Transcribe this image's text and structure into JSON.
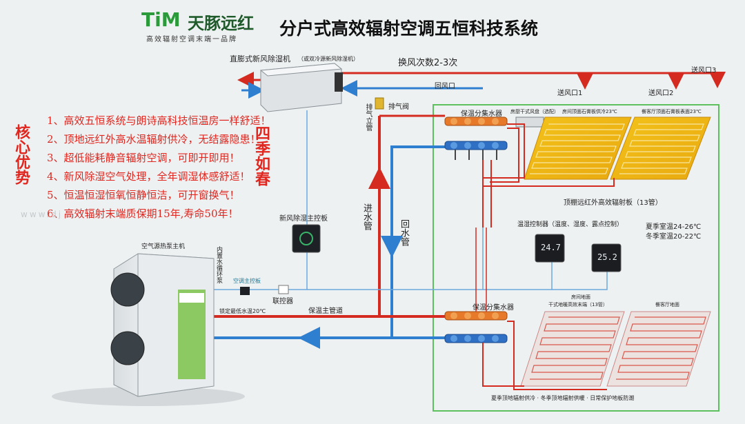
{
  "brand": {
    "logo_mark": "TiM",
    "logo_name": "天豚远红",
    "slogan": "高效辐射空调末端一品牌"
  },
  "title": "分户式高效辐射空调五恒科技系统",
  "side_left": "核心优势",
  "side_right": "四季如春",
  "benefits": [
    "1、高效五恒系统与朗诗高科技恒温房一样舒适！",
    "2、顶地远红外高水温辐射供冷，无结露隐患！",
    "3、超低能耗静音辐射空调，可即开即用！",
    "4、新风除湿空气处理，全年调湿体感舒适！",
    "5、恒温恒湿恒氧恒静恒洁，可开窗换气！",
    "6、高效辐射末端质保期15年,寿命50年！"
  ],
  "watermark": "www.dj",
  "labels": {
    "fresh_air_unit": "直膨式新风除湿机",
    "fresh_air_unit_note": "（或双冷源新风除湿机）",
    "air_change": "换风次数2-3次",
    "return_vent": "回风口",
    "supply_vent_1": "送风口1",
    "supply_vent_2": "送风口2",
    "supply_vent_3": "送风口3",
    "exhaust_valve": "排气阀",
    "exhaust_pipe": "排气立管",
    "manifold_top": "保温分集水器",
    "fan_coil": "房厨干式风盘（选配）",
    "ceiling_room": "房间顶面石膏板供冷23℃",
    "ceiling_dining": "餐客厅顶面石膏板表面23℃",
    "ceiling_panel": "顶棚远红外高效辐射板（13管）",
    "inlet_pipe": "进水管",
    "return_pipe": "回水管",
    "fresh_air_controller": "新风除湿主控板",
    "thermostat_label": "温湿控制器（温度、湿度、露点控制）",
    "summer_temp": "夏季室温24-26℃",
    "winter_temp": "冬季室温20-22℃",
    "heat_pump": "空气源热泵主机",
    "internal_pump": "内置水循环泵",
    "ac_controller": "空调主控板",
    "linkage_controller": "联控器",
    "lock_temp": "锁定最低水温20℃",
    "main_pipe": "保温主管道",
    "manifold_bottom": "保温分集水器",
    "floor_room": "房间地面",
    "floor_terminal": "干式地暖高效末端（13管）",
    "floor_dining": "餐客厅地面",
    "footer": "夏季顶地辐射供冷 · 冬季顶地辐射供暖 · 日常保护地板防潮"
  },
  "displays": {
    "thermo_1": "24.7",
    "thermo_2": "25.2"
  },
  "colors": {
    "supply": "#d42a1f",
    "return": "#2f7fd0",
    "brand_green": "#2a9a3a",
    "frame_green": "#5cc05c"
  }
}
